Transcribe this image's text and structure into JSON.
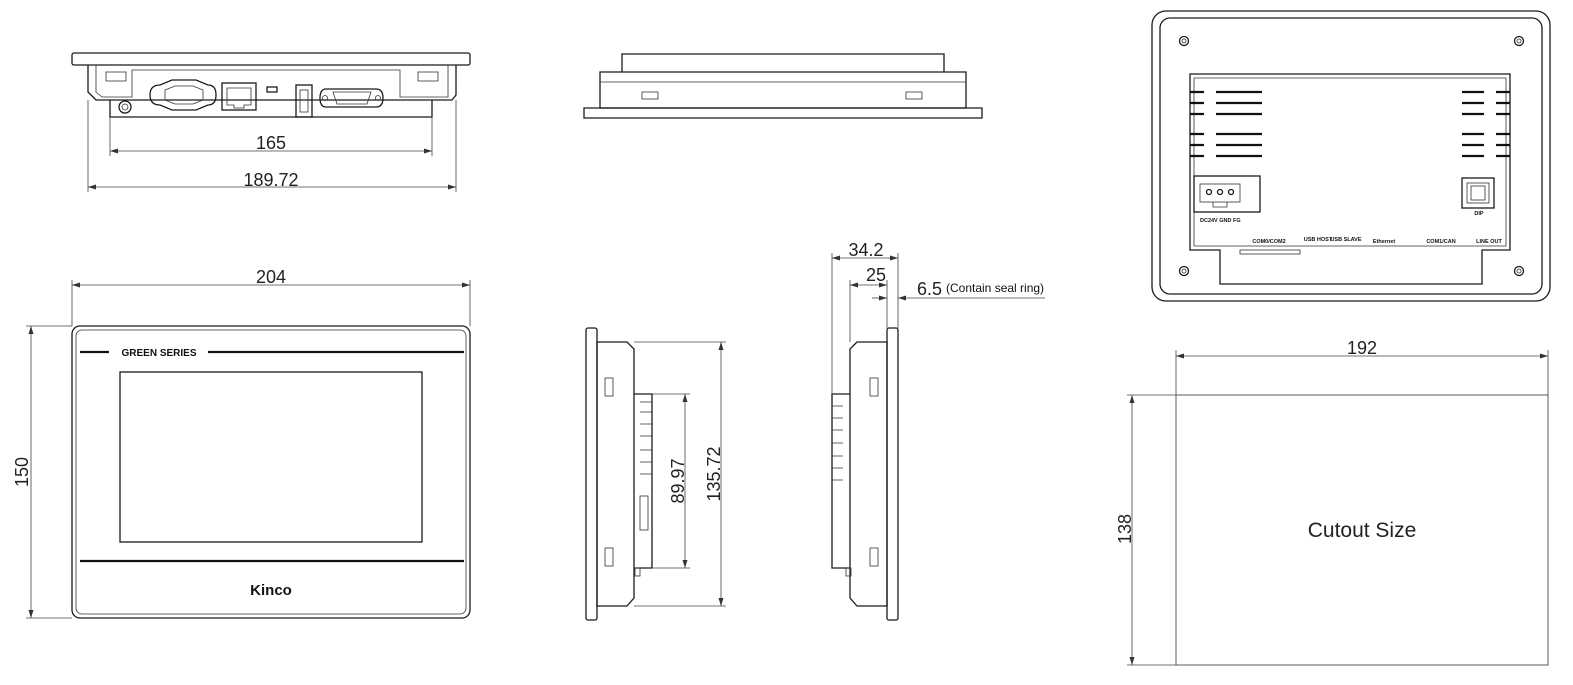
{
  "dimensions": {
    "top_connector_width": "165",
    "top_body_width": "189.72",
    "front_width": "204",
    "front_height": "150",
    "side_inner_height": "89.97",
    "side_outer_height": "135.72",
    "depth_total": "34.2",
    "depth_body": "25",
    "seal_thickness": "6.5",
    "seal_note": "(Contain seal ring)",
    "cutout_width": "192",
    "cutout_height": "138"
  },
  "front_panel": {
    "series_label": "GREEN  SERIES",
    "brand": "Kinco"
  },
  "back_panel": {
    "power_label": "DC24V  GND  FG",
    "dip_label": "DIP",
    "port_labels": [
      "COM0/COM2",
      "USB HOST",
      "USB SLAVE",
      "Ethernet",
      "COM1/CAN",
      "LINE OUT"
    ]
  },
  "cutout": {
    "label": "Cutout Size"
  },
  "colors": {
    "line": "#1a1a1a",
    "background": "#ffffff"
  }
}
